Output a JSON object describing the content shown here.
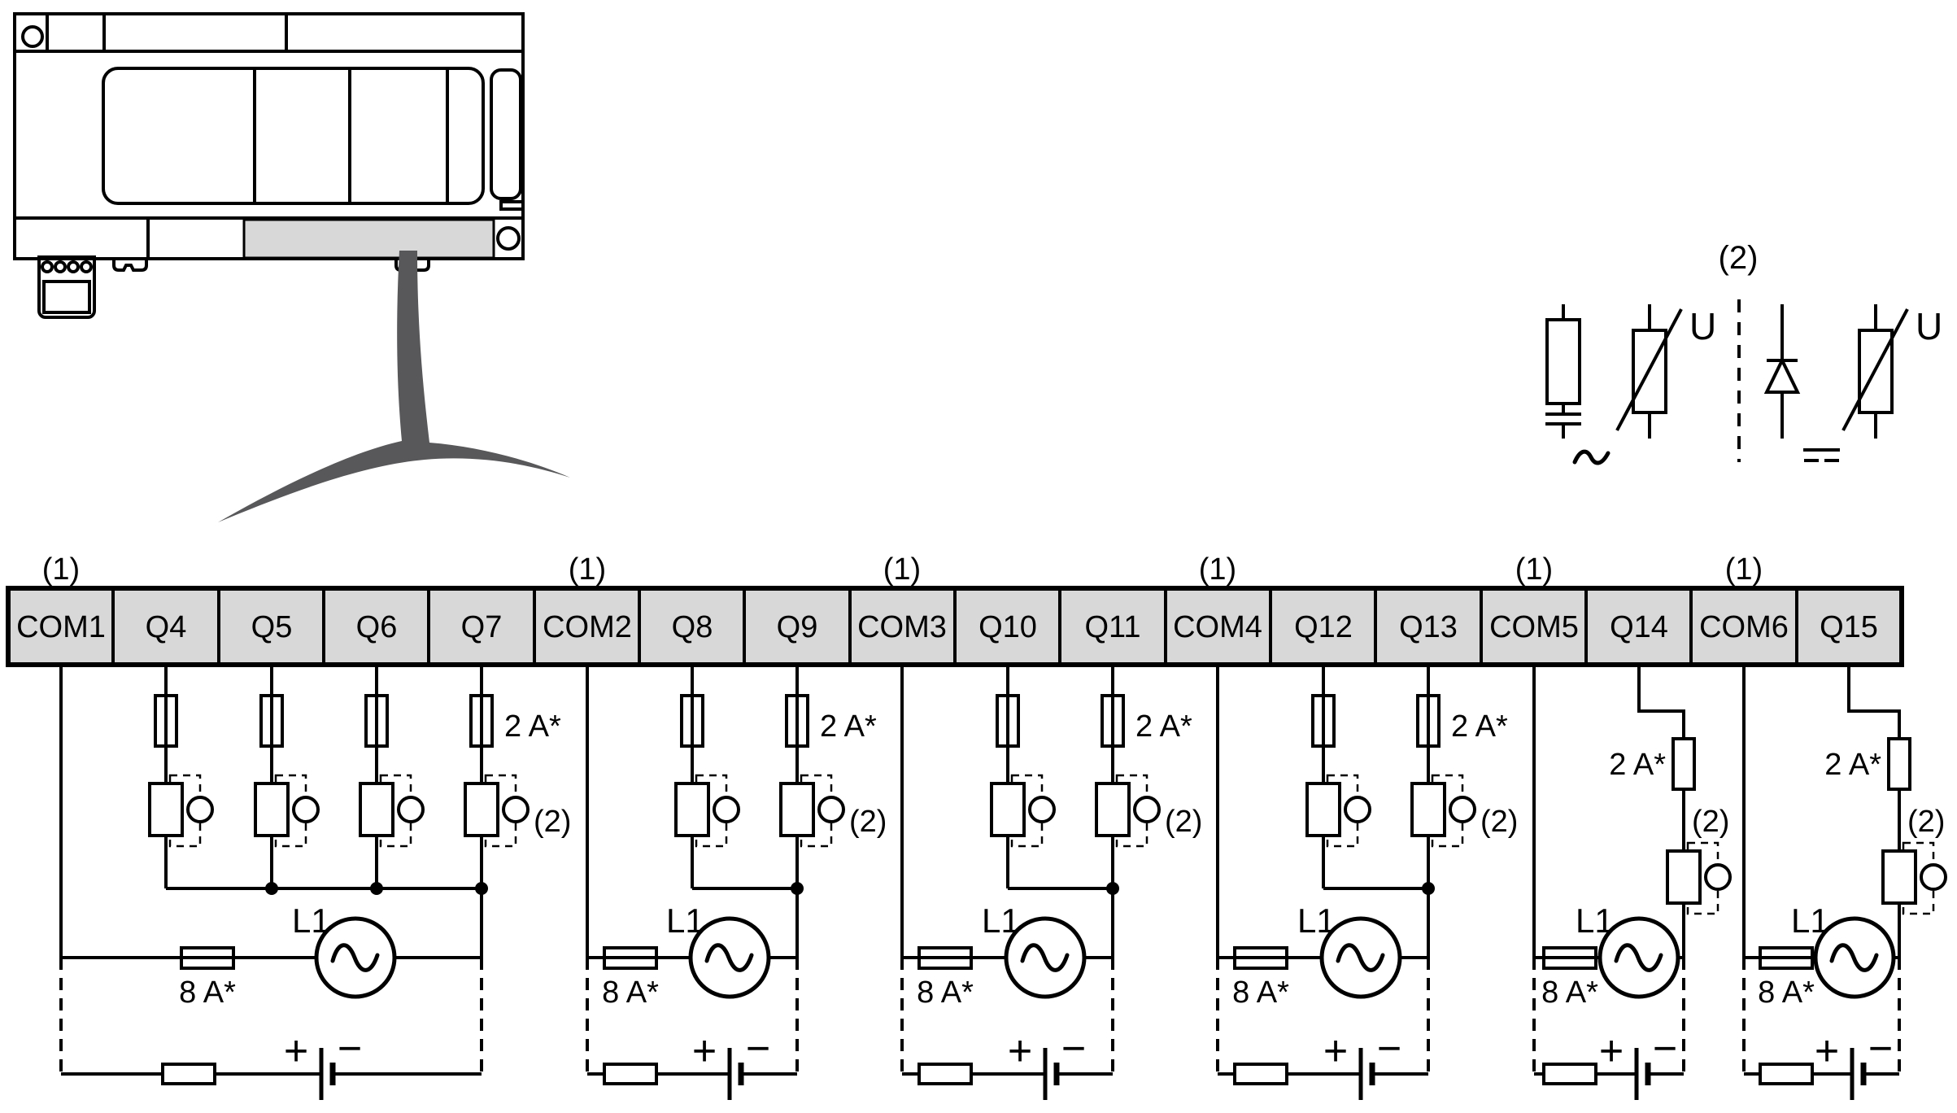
{
  "legend": {
    "note": "(2)",
    "u_ac": "U",
    "u_dc": "U"
  },
  "terminals": [
    {
      "label": "COM1"
    },
    {
      "label": "Q4"
    },
    {
      "label": "Q5"
    },
    {
      "label": "Q6"
    },
    {
      "label": "Q7"
    },
    {
      "label": "COM2"
    },
    {
      "label": "Q8"
    },
    {
      "label": "Q9"
    },
    {
      "label": "COM3"
    },
    {
      "label": "Q10"
    },
    {
      "label": "Q11"
    },
    {
      "label": "COM4"
    },
    {
      "label": "Q12"
    },
    {
      "label": "Q13"
    },
    {
      "label": "COM5"
    },
    {
      "label": "Q14"
    },
    {
      "label": "COM6"
    },
    {
      "label": "Q15"
    }
  ],
  "groups": [
    {
      "marker": "(1)",
      "com": "COM1",
      "outputs": [
        "Q4",
        "Q5",
        "Q6",
        "Q7"
      ],
      "branch_fuse_label": "2 A*",
      "suppressor_note": "(2)",
      "load_label": "L1",
      "line_fuse_label": "8 A*",
      "plus": "+",
      "minus": "−"
    },
    {
      "marker": "(1)",
      "com": "COM2",
      "outputs": [
        "Q8",
        "Q9"
      ],
      "branch_fuse_label": "2 A*",
      "suppressor_note": "(2)",
      "load_label": "L1",
      "line_fuse_label": "8 A*",
      "plus": "+",
      "minus": "−"
    },
    {
      "marker": "(1)",
      "com": "COM3",
      "outputs": [
        "Q10",
        "Q11"
      ],
      "branch_fuse_label": "2 A*",
      "suppressor_note": "(2)",
      "load_label": "L1",
      "line_fuse_label": "8 A*",
      "plus": "+",
      "minus": "−"
    },
    {
      "marker": "(1)",
      "com": "COM4",
      "outputs": [
        "Q12",
        "Q13"
      ],
      "branch_fuse_label": "2 A*",
      "suppressor_note": "(2)",
      "load_label": "L1",
      "line_fuse_label": "8 A*",
      "plus": "+",
      "minus": "−"
    },
    {
      "marker": "(1)",
      "com": "COM5",
      "outputs": [
        "Q14"
      ],
      "branch_fuse_label": "2 A*",
      "suppressor_note": "(2)",
      "load_label": "L1",
      "line_fuse_label": "8 A*",
      "plus": "+",
      "minus": "−"
    },
    {
      "marker": "(1)",
      "com": "COM6",
      "outputs": [
        "Q15"
      ],
      "branch_fuse_label": "2 A*",
      "suppressor_note": "(2)",
      "load_label": "L1",
      "line_fuse_label": "8 A*",
      "plus": "+",
      "minus": "−"
    }
  ]
}
